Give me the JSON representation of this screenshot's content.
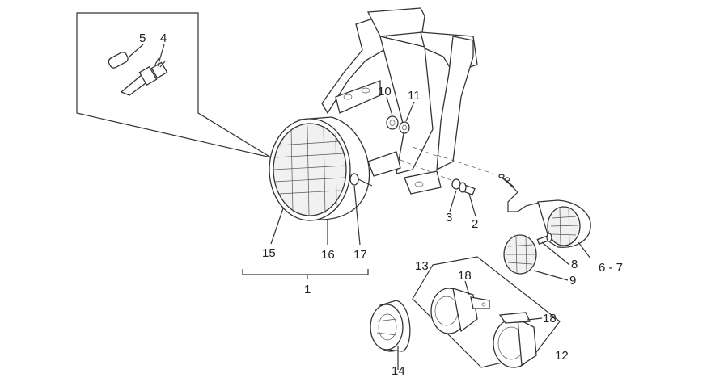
{
  "callouts": [
    {
      "id": "c5",
      "text": "5"
    },
    {
      "id": "c4",
      "text": "4"
    },
    {
      "id": "c10",
      "text": "10"
    },
    {
      "id": "c11",
      "text": "11"
    },
    {
      "id": "c3",
      "text": "3"
    },
    {
      "id": "c2",
      "text": "2"
    },
    {
      "id": "c15",
      "text": "15"
    },
    {
      "id": "c16",
      "text": "16"
    },
    {
      "id": "c17",
      "text": "17"
    },
    {
      "id": "c1",
      "text": "1"
    },
    {
      "id": "c8",
      "text": "8"
    },
    {
      "id": "c67",
      "text": "6 - 7"
    },
    {
      "id": "c9",
      "text": "9"
    },
    {
      "id": "c13",
      "text": "13"
    },
    {
      "id": "c18a",
      "text": "18"
    },
    {
      "id": "c18b",
      "text": "18"
    },
    {
      "id": "c12",
      "text": "12"
    },
    {
      "id": "c14",
      "text": "14"
    }
  ]
}
